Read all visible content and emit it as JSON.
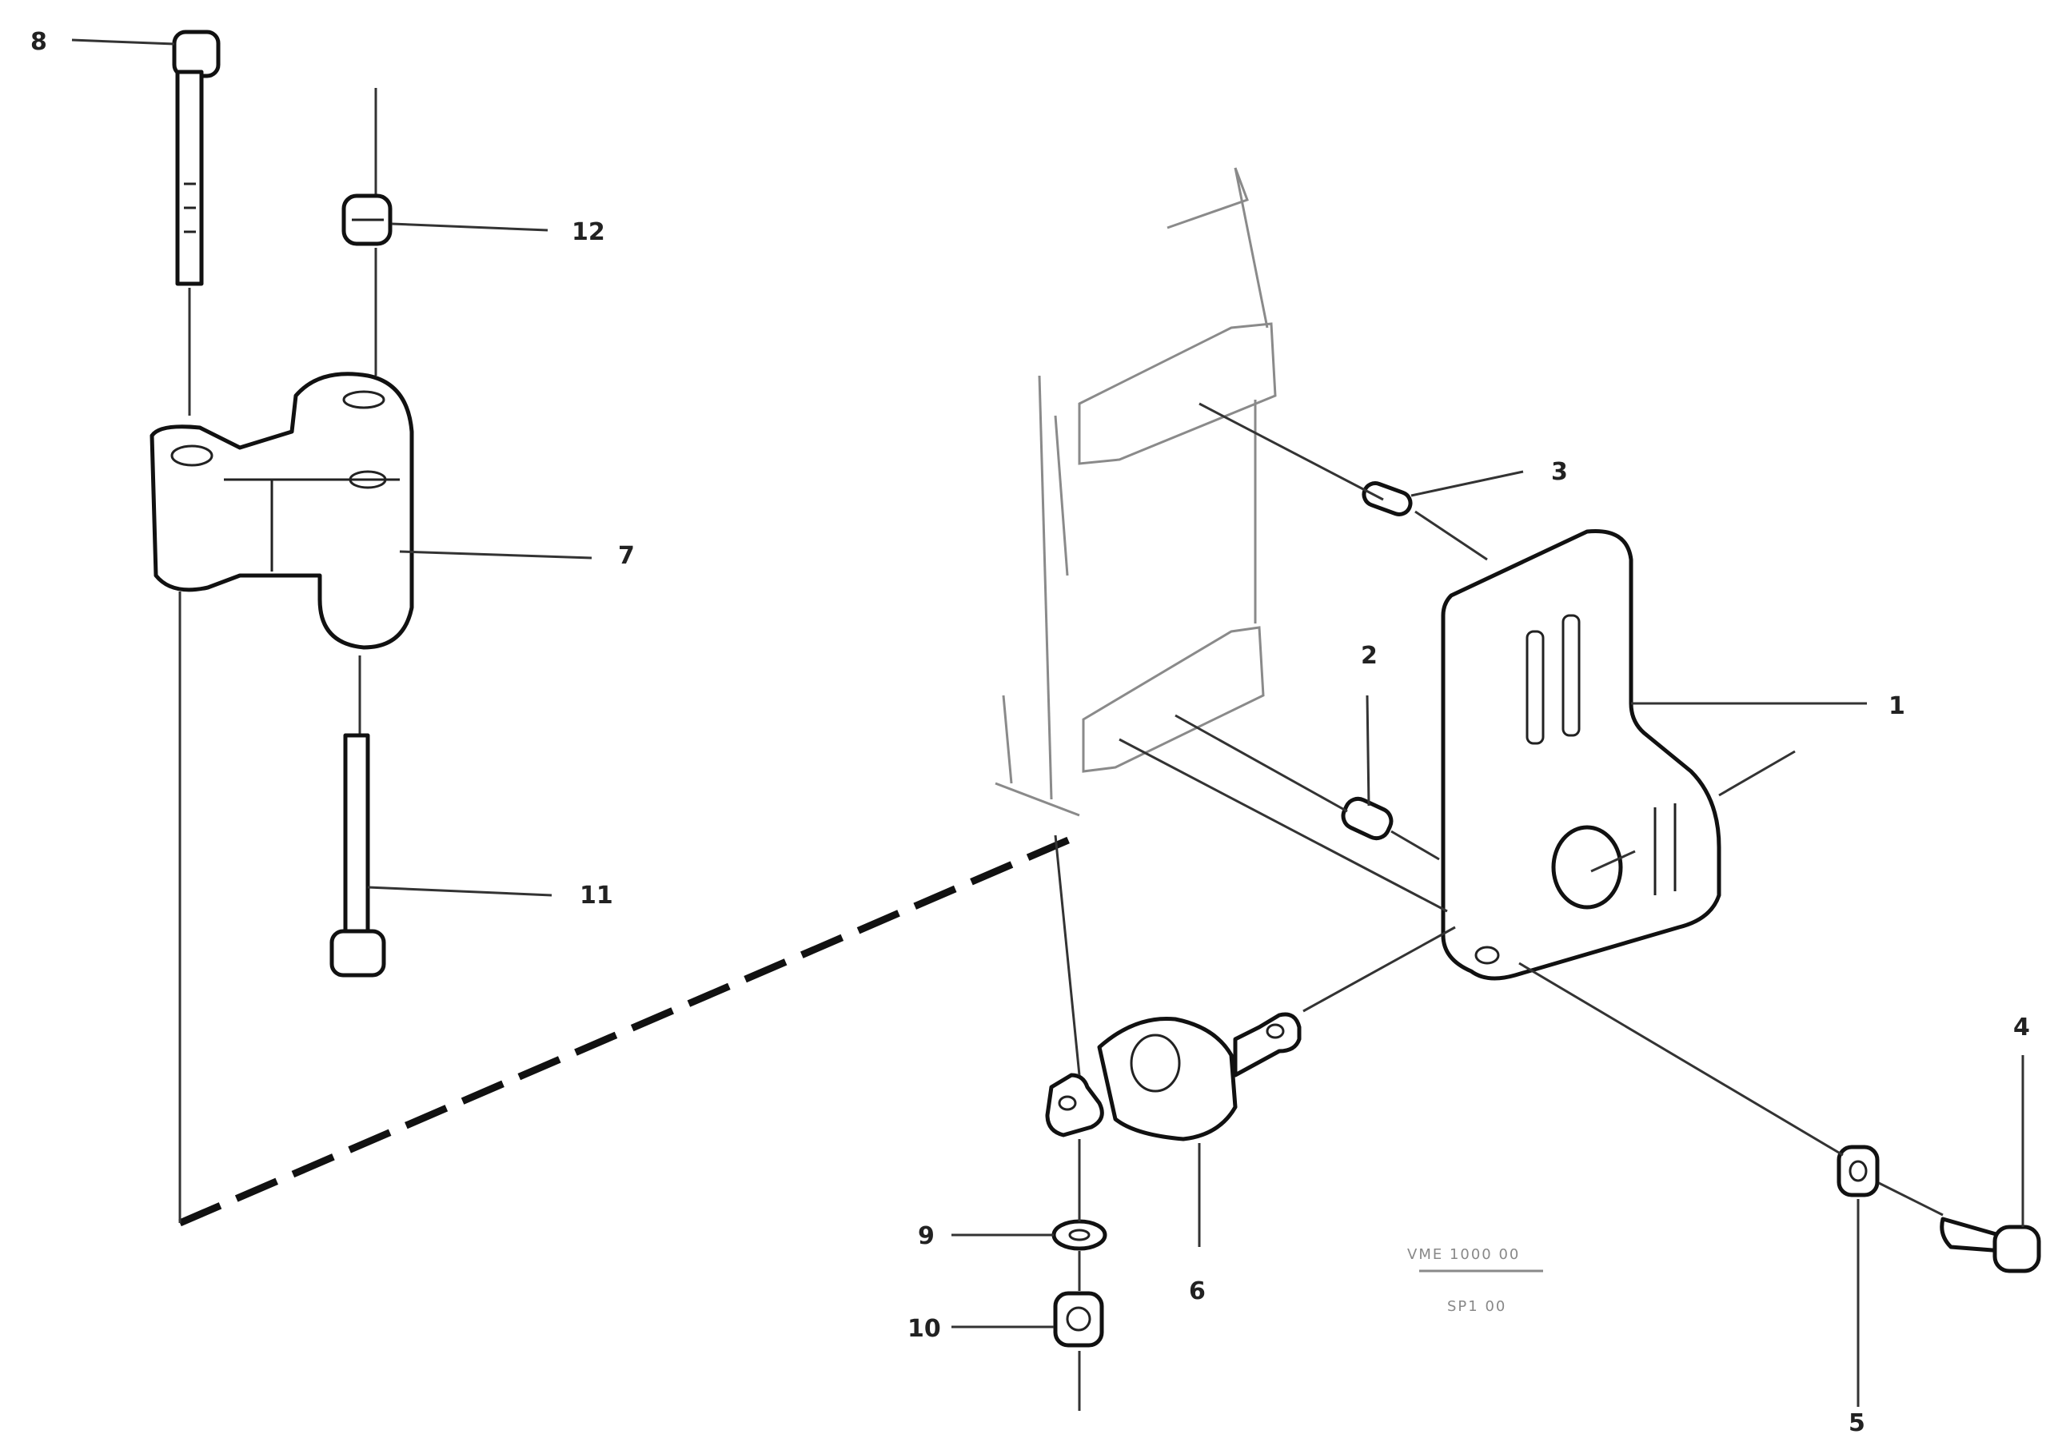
{
  "callouts": [
    {
      "id": "c8-top",
      "label": "8"
    },
    {
      "id": "c12",
      "label": "12"
    },
    {
      "id": "c7",
      "label": "7"
    },
    {
      "id": "c11",
      "label": "11"
    },
    {
      "id": "c3-top",
      "label": "3"
    },
    {
      "id": "c2",
      "label": "2"
    },
    {
      "id": "c1",
      "label": "1"
    },
    {
      "id": "c6",
      "label": "6"
    },
    {
      "id": "c9",
      "label": "9"
    },
    {
      "id": "c10",
      "label": "10"
    },
    {
      "id": "c4",
      "label": "4"
    },
    {
      "id": "c5",
      "label": "5"
    }
  ],
  "drawing_code": {
    "line1": "VME 1000 00",
    "line2": "SP1 00"
  }
}
